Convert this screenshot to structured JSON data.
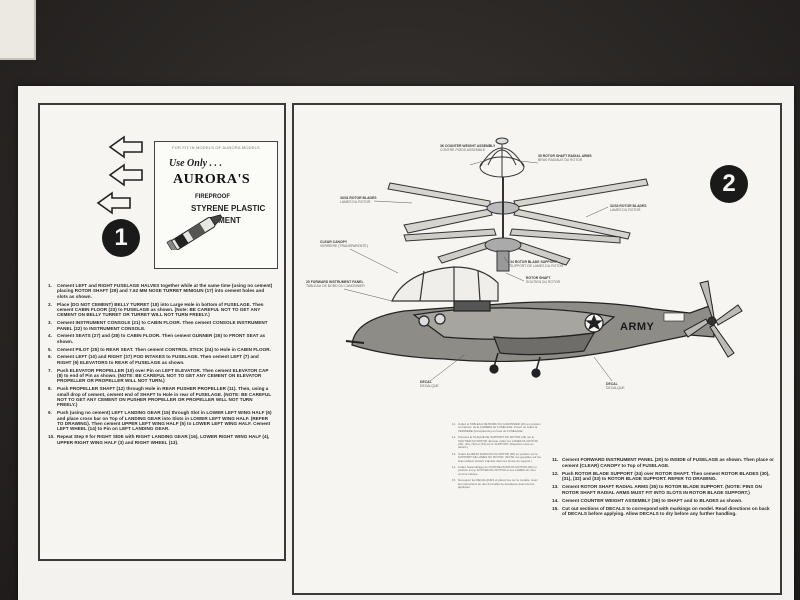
{
  "aurora_box": {
    "tiny_caption": "FOR FIT IN MODELS OF AURORA MODELS",
    "use_only": "Use Only . . .",
    "brand": "AURORA'S",
    "line1": "FIREPROOF",
    "line2": "STYRENE PLASTIC",
    "line3": "CEMENT"
  },
  "steps": {
    "left_number": "1",
    "right_number": "2"
  },
  "instructions_left": [
    {
      "num": "1.",
      "text": "Cement LEFT and RIGHT FUSELAGE HALVES together while at the same time (using no cement) placing ROTOR SHAFT (29) and 7.62 MM NOSE TURRET MINIGUN (17) into cement holes and slots as shown."
    },
    {
      "num": "2.",
      "text": "Place (DO NOT CEMENT) BELLY TURRET (18) into Large Hole in bottom of FUSELAGE. Then cement CABIN FLOOR (23) to FUSELAGE as shown. (Note: BE CAREFUL NOT TO GET ANY CEMENT ON BELLY TURRET OR TURRET WILL NOT TURN FREELY.)"
    },
    {
      "num": "3.",
      "text": "Cement INSTRUMENT CONSOLE (21) to CABIN FLOOR. Then cement CONSOLE INSTRUMENT PANEL (22) to INSTRUMENT CONSOLE."
    },
    {
      "num": "4.",
      "text": "Cement SEATS (27) and (28) to CABIN FLOOR. Then cement GUNNER (26) to FRONT SEAT as shown."
    },
    {
      "num": "5.",
      "text": "Cement PILOT (25) to REAR SEAT. Then cement CONTROL STICK (24) to Hole in CABIN FLOOR."
    },
    {
      "num": "6.",
      "text": "Cement LEFT (10) and RIGHT (37) POD INTAKES to FUSELAGE. Then cement LEFT (7) and RIGHT (9) ELEVATORS to REAR of FUSELAGE as shown."
    },
    {
      "num": "7.",
      "text": "Push ELEVATOR PROPELLER (10) over Pin on LEFT ELEVATOR. Then cement ELEVATOR CAP (8) to end of Pin as shown. (NOTE: BE CAREFUL NOT TO GET ANY CEMENT ON ELEVATOR PROPELLER OR PROPELLER WILL NOT TURN.)"
    },
    {
      "num": "8.",
      "text": "Push PROPELLER SHAFT (12) through Hole in REAR PUSHER PROPELLER (11). Then, using a small drop of cement, cement end of SHAFT to Hole in rear of FUSELAGE. (NOTE: BE CAREFUL NOT TO GET ANY CEMENT ON PUSHER PROPELLER OR PROPELLER WILL NOT TURN FREELY.)"
    },
    {
      "num": "9.",
      "text": "Push (using no cement) LEFT LANDING GEAR (15) through Slot in LOWER LEFT WING HALF (6) and place cross bar on Top of LANDING GEAR into Slots in LOWER LEFT WING HALF. (REFER TO DRAWING). Then cement UPPER LEFT WING HALF (5) to LOWER LEFT WING HALF. Cement LEFT WHEEL (14) to Pin on LEFT LANDING GEAR."
    },
    {
      "num": "10.",
      "text": "Repeat Step 9 for RIGHT SIDE with RIGHT LANDING GEAR (16), LOWER RIGHT WING HALF (4), UPPER RIGHT WING HALF (3) and RIGHT WHEEL (13)."
    }
  ],
  "callouts": {
    "counterweight": {
      "en": "36 COUNTER WEIGHT ASSEMBLY",
      "fr": "CONTRE-POIDS ASSEMBLE"
    },
    "radial_arms": {
      "en": "35 ROTOR SHAFT RADIAL ARMS",
      "fr": "BRAS RADIAUX DU ROTOR"
    },
    "blades_left": {
      "en": "30/31 ROTOR BLADES",
      "fr": "LAMES DU ROTOR"
    },
    "blades_right": {
      "en": "32/33 ROTOR BLADES",
      "fr": "LAMES DU ROTOR"
    },
    "canopy": {
      "en": "CLEAR CANOPY",
      "fr": "VERRIERE (TRANSPARENTE)"
    },
    "instrument_panel": {
      "en": "20 FORWARD INSTRUMENT PANEL",
      "fr": "TABLEAU DE BORD DU CANONNIER"
    },
    "blade_support": {
      "en": "34 ROTOR BLADE SUPPORT",
      "fr": "SUPPORT DE LAMES DU ROTOR"
    },
    "rotor_shaft": {
      "en": "ROTOR SHAFT",
      "fr": "SOUTIEN DU ROTOR"
    },
    "decal_a": {
      "en": "DECAL",
      "fr": "DECALQUE"
    },
    "decal_b": {
      "en": "DECAL",
      "fr": "DECALQUE"
    }
  },
  "army_label": "ARMY",
  "instructions_french": [
    {
      "num": "11.",
      "text": "Collez le TABLEAU DE BORD DU CANONNIER (20) en position a l'interieur de la CAMERA du FUSELAGE. Posez ou collez la VERRIERE (transparente) en haut du FUSELAGE."
    },
    {
      "num": "12.",
      "text": "Poussez le PLAQUE DE SUPPORT DU ROTOR (34) sur le SOUTIEN DU ROTOR. Ensuite collez les LAMES DU ROTOR (30), (31), (32) et (33) sur le SUPPORT. (Reportez-vous au dessin.)"
    },
    {
      "num": "13.",
      "text": "Collez les BRAS RADIAUX DU ROTOR (35) en position sur le SUPPORT DE LAMES DU ROTOR. (NOTE: les goupilles sur les bras radiaux doivent s'ajuster dans les fentes du support.)"
    },
    {
      "num": "14.",
      "text": "Collez l'assemblage du CONTRE-POIDS DU ROTOR (36) en position sur le SOUTIEN DU ROTOR et aux LAMES du rotor comme indique."
    },
    {
      "num": "15.",
      "text": "Decoupez les DECALQUES et placez-les sur le modele. Lisez les instructions au dos du feuillet de decalques avant de les appliquer."
    }
  ],
  "instructions_right": [
    {
      "num": "11.",
      "text": "Cement FORWARD INSTRUMENT PANEL (20) to INSIDE of FUSELAGE as shown. Then place or cement (CLEAR) CANOPY to Top of FUSELAGE."
    },
    {
      "num": "12.",
      "text": "Push ROTOR BLADE SUPPORT (34) over ROTOR SHAFT. Then cement ROTOR BLADES (30), (31), (32) and (33) to ROTOR BLADE SUPPORT. REFER TO DRAWING."
    },
    {
      "num": "13.",
      "text": "Cement ROTOR SHAFT RADIAL ARMS (35) to ROTOR BLADE SUPPORT. (NOTE: PINS ON ROTOR SHAFT RADIAL ARMS MUST FIT INTO SLOTS IN ROTOR BLADE SUPPORT.)"
    },
    {
      "num": "14.",
      "text": "Cement COUNTER WEIGHT ASSEMBLY (36) to SHAFT and to BLADES as shown."
    },
    {
      "num": "15.",
      "text": "Cut out sections of DECALS to correspond with markings on model. Read directions on back of DECALS before applying. Allow DECALS to dry before any further handling."
    }
  ]
}
